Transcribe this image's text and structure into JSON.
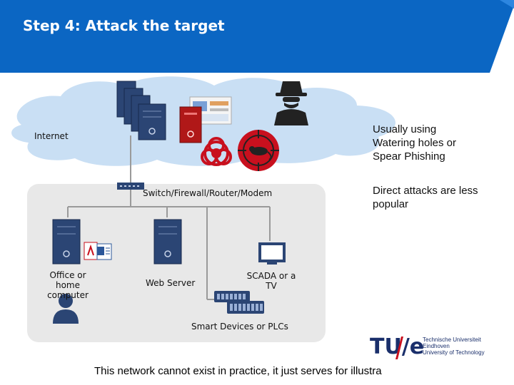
{
  "slide": {
    "title": "Step 4: Attack the target",
    "accent_color": "#0b66c3",
    "footer_note": "This network cannot exist in practice, it just serves for illustra"
  },
  "diagram": {
    "internet_label": "Internet",
    "switch_label": "Switch/Firewall/Router/Modem",
    "office_label": "Office or home computer",
    "web_server_label": "Web Server",
    "scada_label": "SCADA or a TV",
    "smart_devices_label": "Smart Devices or PLCs"
  },
  "notes": {
    "note1": "Usually using Watering holes or Spear Phishing",
    "note2": "Direct attacks are less popular"
  },
  "logo": {
    "mark": "TU/e",
    "line1": "Technische Universiteit",
    "line2": "Eindhoven",
    "line3": "University of Technology"
  },
  "icons": [
    "server-icon",
    "hacker-icon",
    "biohazard-icon",
    "rat-icon",
    "monitor-icon",
    "user-icon",
    "plc-icon",
    "document-icon"
  ]
}
